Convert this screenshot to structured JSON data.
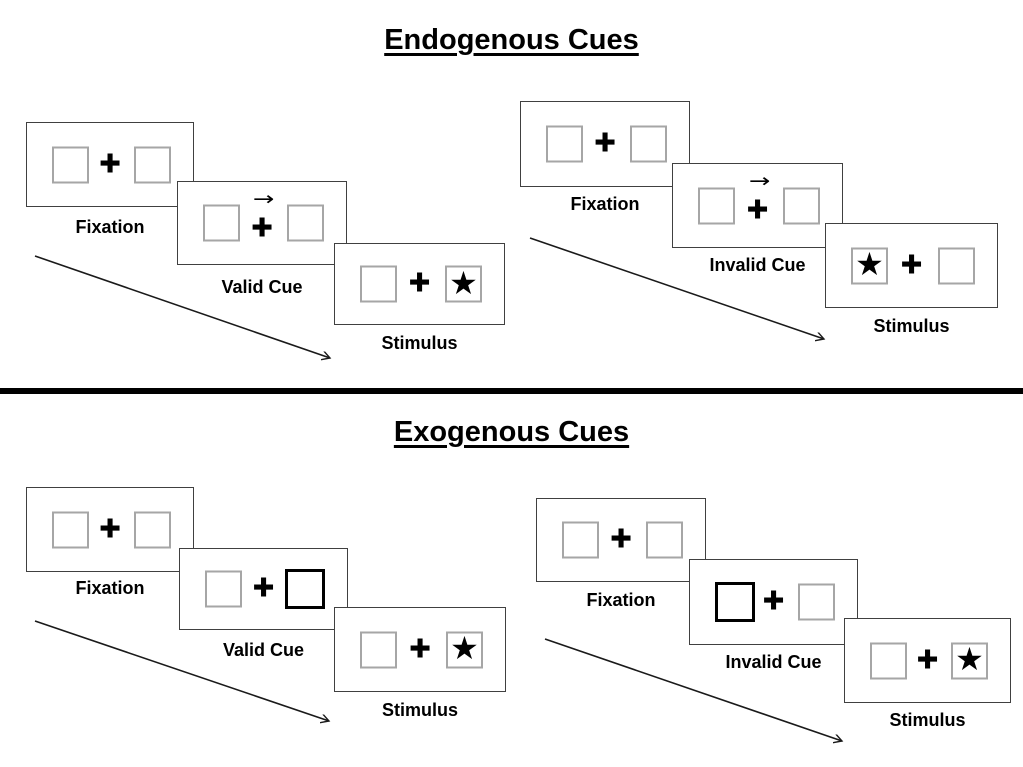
{
  "sections": [
    {
      "title": "Endogenous Cues",
      "groups": [
        {
          "name": "valid",
          "sequence": [
            {
              "label": "Fixation"
            },
            {
              "label": "Valid Cue"
            },
            {
              "label": "Stimulus"
            }
          ]
        },
        {
          "name": "invalid",
          "sequence": [
            {
              "label": "Fixation"
            },
            {
              "label": "Invalid Cue"
            },
            {
              "label": "Stimulus"
            }
          ]
        }
      ]
    },
    {
      "title": "Exogenous Cues",
      "groups": [
        {
          "name": "valid",
          "sequence": [
            {
              "label": "Fixation"
            },
            {
              "label": "Valid Cue"
            },
            {
              "label": "Stimulus"
            }
          ]
        },
        {
          "name": "invalid",
          "sequence": [
            {
              "label": "Fixation"
            },
            {
              "label": "Invalid Cue"
            },
            {
              "label": "Stimulus"
            }
          ]
        }
      ]
    }
  ],
  "glyphs": {
    "plus": "✚",
    "cue_arrow": "→",
    "star": "★"
  },
  "colors": {
    "ink": "#000000",
    "panel_border": "#404040",
    "square_border": "#a6a6a6"
  }
}
